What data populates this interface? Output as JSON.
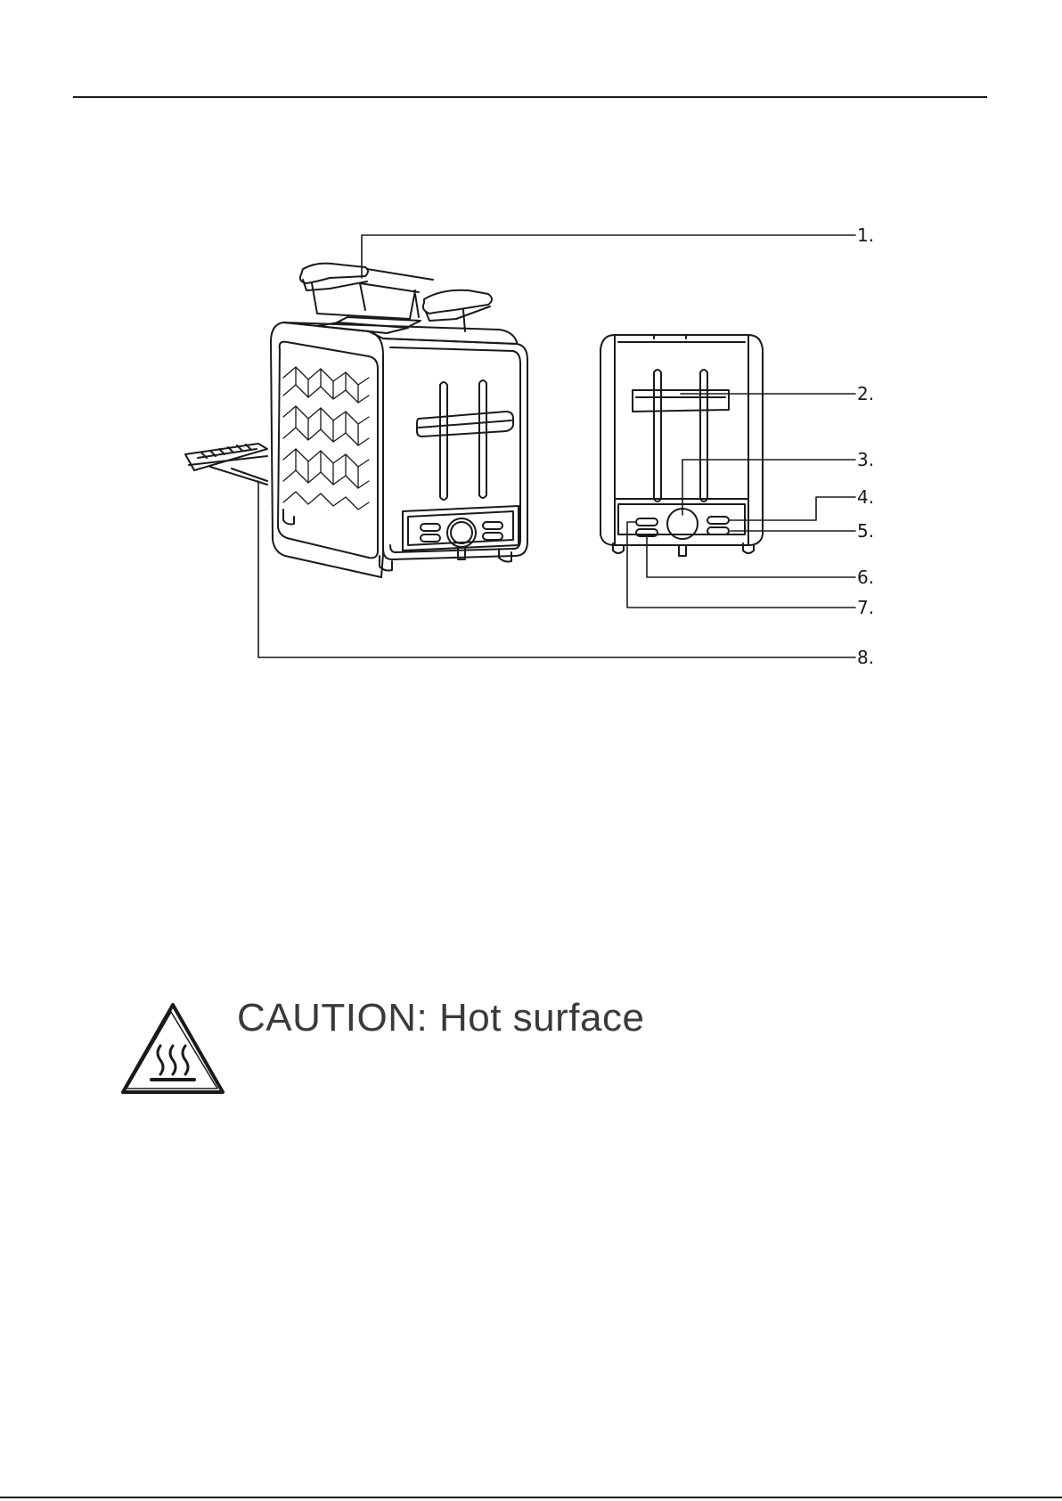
{
  "callouts": [
    {
      "id": "1",
      "label": "1."
    },
    {
      "id": "2",
      "label": "2."
    },
    {
      "id": "3",
      "label": "3."
    },
    {
      "id": "4",
      "label": "4."
    },
    {
      "id": "5",
      "label": "5."
    },
    {
      "id": "6",
      "label": "6."
    },
    {
      "id": "7",
      "label": "7."
    },
    {
      "id": "8",
      "label": "8."
    }
  ],
  "caution": {
    "text": "CAUTION: Hot surface",
    "icon": "hot-surface-warning-icon"
  },
  "colors": {
    "ink": "#1a1a1a",
    "caution_text": "#3a3a3a"
  }
}
